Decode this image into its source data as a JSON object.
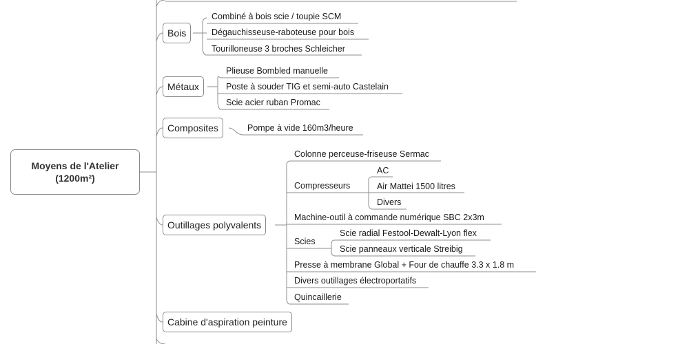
{
  "root": {
    "line1": "Moyens de l'Atelier",
    "line2": "(1200m²)"
  },
  "categories": {
    "bois": {
      "label": "Bois",
      "items": [
        "Combiné à bois scie / toupie SCM",
        "Dégauchisseuse-raboteuse pour bois",
        "Tourilloneuse 3 broches Schleicher"
      ]
    },
    "metaux": {
      "label": "Métaux",
      "items": [
        "Plieuse Bombled manuelle",
        "Poste à souder TIG et semi-auto Castelain",
        "Scie acier ruban Promac"
      ]
    },
    "composites": {
      "label": "Composites",
      "items": [
        "Pompe à vide 160m3/heure"
      ]
    },
    "outillages": {
      "label": "Outillages polyvalents",
      "items": {
        "colonne": "Colonne perceuse-friseuse Sermac",
        "compresseurs": {
          "label": "Compresseurs",
          "items": [
            "AC",
            "Air Mattei 1500 litres",
            "Divers"
          ]
        },
        "machine": "Machine-outil à commande numérique SBC 2x3m",
        "scies": {
          "label": "Scies",
          "items": [
            "Scie radial Festool-Dewalt-Lyon flex",
            "Scie panneaux verticale Streibig"
          ]
        },
        "presse": "Presse à membrane Global  + Four de chauffe 3.3 x 1.8 m",
        "divers": "Divers outillages électroportatifs",
        "quincaillerie": "Quincaillerie"
      }
    },
    "cabine": {
      "label": "Cabine d'aspiration peinture"
    }
  },
  "colors": {
    "line": "#8c8c8c",
    "border": "#8a8a8a",
    "text": "#1a1a1a"
  }
}
